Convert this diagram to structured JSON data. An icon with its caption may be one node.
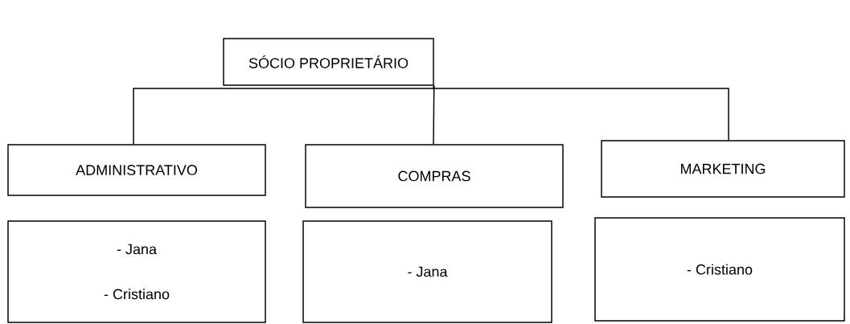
{
  "diagram": {
    "nodes": [
      {
        "text": [
          "SÓCIO PROPRIETÁRIO"
        ]
      },
      {
        "text": [
          "ADMINISTRATIVO"
        ]
      },
      {
        "text": [
          "COMPRAS"
        ]
      },
      {
        "text": [
          "MARKETING"
        ]
      },
      {
        "text": [
          "- Jana",
          "- Cristiano"
        ]
      },
      {
        "text": [
          "- Jana"
        ]
      },
      {
        "text": [
          "- Cristiano"
        ]
      }
    ],
    "edges": [
      {
        "from": 0,
        "to": 1,
        "arrow": "none"
      },
      {
        "from": 0,
        "to": 2,
        "arrow": "none"
      },
      {
        "from": 0,
        "to": 3,
        "arrow": "none"
      }
    ]
  }
}
